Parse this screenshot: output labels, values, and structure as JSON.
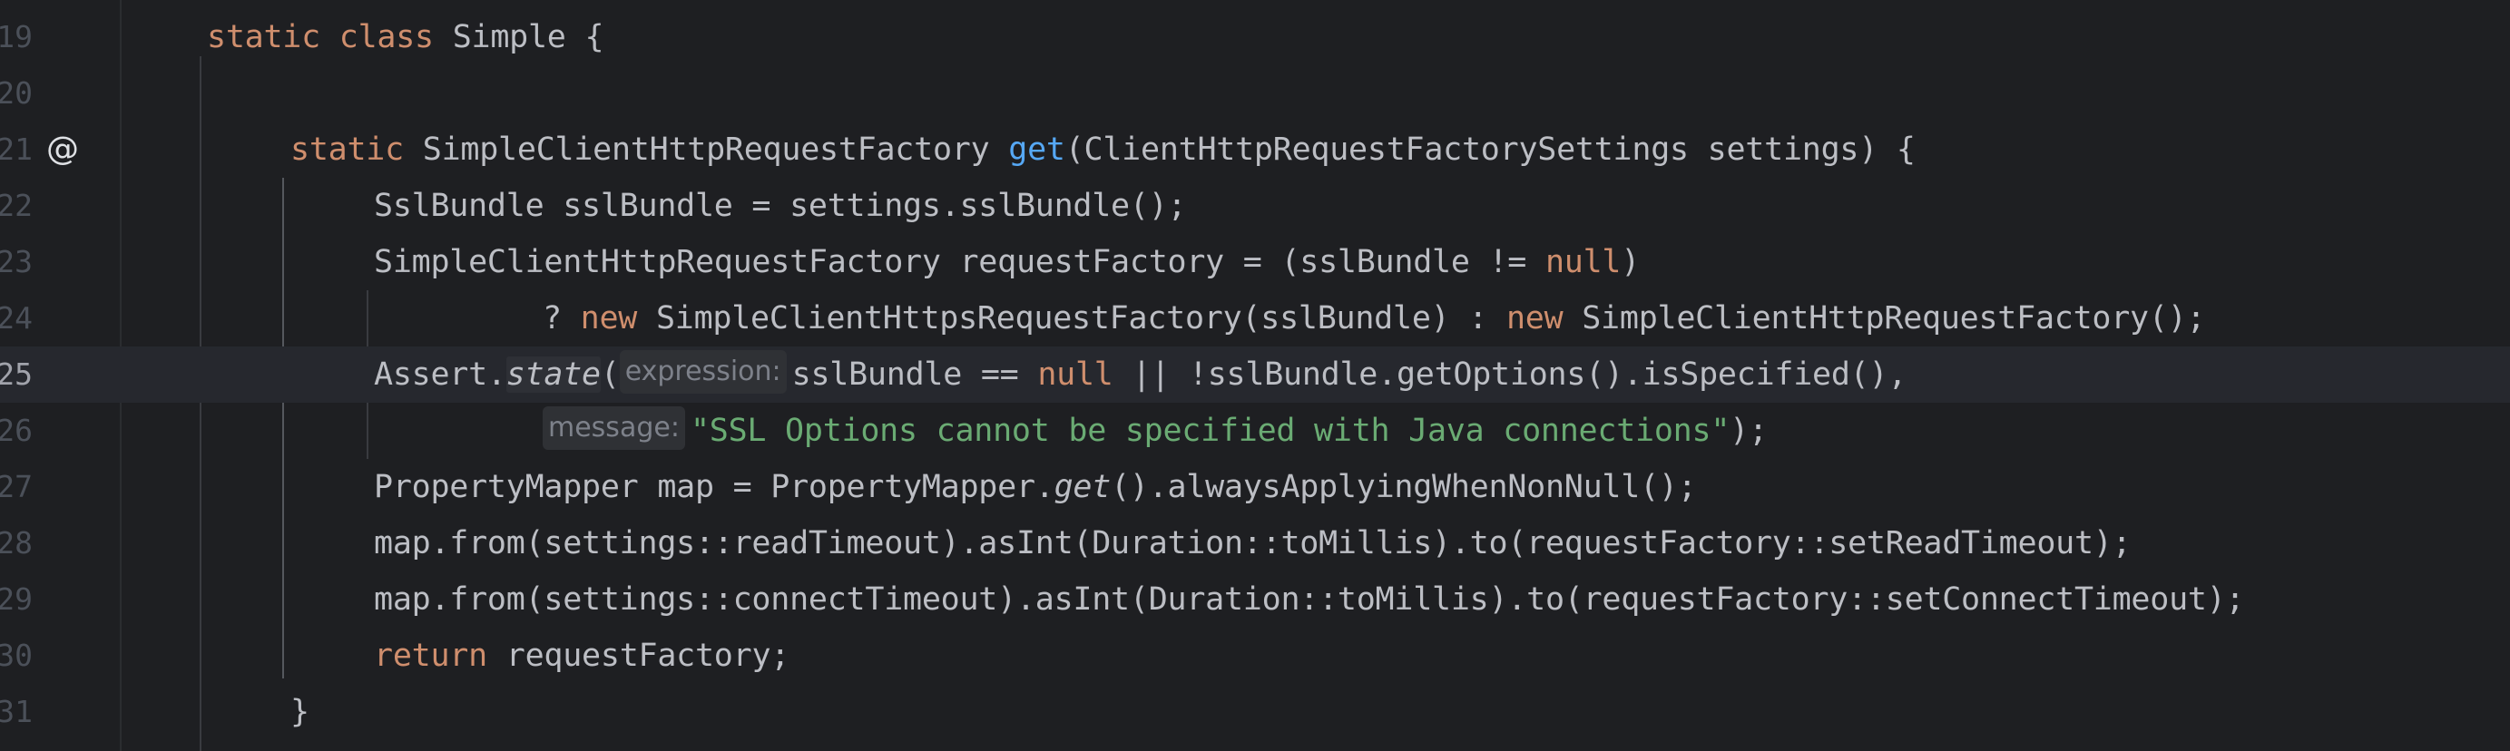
{
  "editor": {
    "line_numbers": [
      "19",
      "20",
      "21",
      "22",
      "23",
      "24",
      "25",
      "26",
      "27",
      "28",
      "29",
      "30",
      "31"
    ],
    "current_line": "25",
    "gutter_icon": "@",
    "lines": {
      "l19": {
        "kw1": "static",
        "kw2": "class",
        "rest": "Simple {"
      },
      "l21": {
        "kw": "static",
        "type": "SimpleClientHttpRequestFactory",
        "method": "get",
        "rest": "(ClientHttpRequestFactorySettings settings) {"
      },
      "l22": {
        "text": "SslBundle sslBundle = settings.sslBundle();"
      },
      "l23": {
        "pre": "SimpleClientHttpRequestFactory requestFactory = (sslBundle != ",
        "kw": "null",
        "post": ")"
      },
      "l24": {
        "pre": "? ",
        "kw1": "new",
        "mid": " SimpleClientHttpsRequestFactory(sslBundle) : ",
        "kw2": "new",
        "post": " SimpleClientHttpRequestFactory();"
      },
      "l25": {
        "pre": "Assert.",
        "method": "state",
        "paren": "(",
        "hint": "expression:",
        "mid": "sslBundle == ",
        "kw": "null",
        "post": " || !sslBundle.getOptions().isSpecified(),"
      },
      "l26": {
        "hint": "message:",
        "str": "\"SSL Options cannot be specified with Java connections\"",
        "post": ");"
      },
      "l27": {
        "pre": "PropertyMapper map = PropertyMapper.",
        "method": "get",
        "post": "().alwaysApplyingWhenNonNull();"
      },
      "l28": {
        "text": "map.from(settings::readTimeout).asInt(Duration::toMillis).to(requestFactory::setReadTimeout);"
      },
      "l29": {
        "text": "map.from(settings::connectTimeout).asInt(Duration::toMillis).to(requestFactory::setConnectTimeout);"
      },
      "l30": {
        "kw": "return",
        "post": " requestFactory;"
      },
      "l31": {
        "text": "}"
      }
    }
  },
  "colors": {
    "background": "#1e1f22",
    "keyword": "#cf8e6d",
    "method_decl": "#56a8f5",
    "string": "#6aab73",
    "default_text": "#bcbec4",
    "line_number": "#4b5059"
  }
}
